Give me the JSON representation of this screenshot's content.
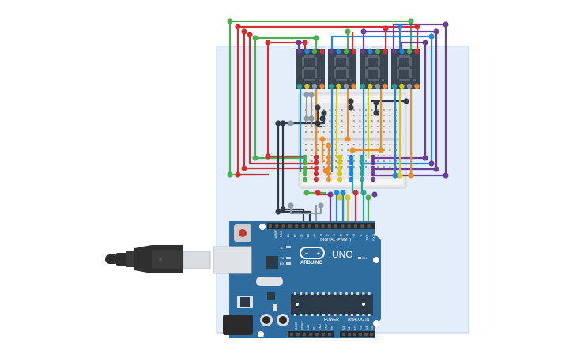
{
  "board": {
    "brand": "ARDUINO",
    "model": "UNO",
    "digital_label": "DIGITAL (PWM~)",
    "power_label": "POWER",
    "analog_label": "ANALOG IN",
    "on_label": "ON",
    "tx_label": "TX",
    "rx_label": "RX",
    "l_label": "L",
    "aref_label": "AREF",
    "gnd_label": "GND",
    "digital_pins": [
      "13",
      "12",
      "~11",
      "~10",
      "~9",
      "8",
      "7",
      "~6",
      "~5",
      "4",
      "~3",
      "2",
      "TX 1",
      "RX 0"
    ],
    "power_pins": [
      "IOREF",
      "RESET",
      "3.3V",
      "5V",
      "GND",
      "GND",
      "Vin"
    ],
    "analog_pins": [
      "A0",
      "A1",
      "A2",
      "A3",
      "A4",
      "A5"
    ]
  },
  "colors": {
    "board": "#2f6d9e",
    "board_dark": "#245a85",
    "display": "#3c4650",
    "segment_off": "#5a6670",
    "breadboard": "#e6e6e6",
    "workspace": "#e3eefa",
    "cable": "#3a3a3a",
    "wire_green": "#4caf50",
    "wire_red": "#d32f2f",
    "wire_purple": "#6a3d9a",
    "wire_blue": "#1e88e5",
    "wire_dark": "#2f3b45",
    "wire_orange": "#ef8c2a",
    "wire_yellow": "#d6c81a",
    "wire_teal": "#26a69a",
    "wire_grey": "#8c9aa5"
  }
}
